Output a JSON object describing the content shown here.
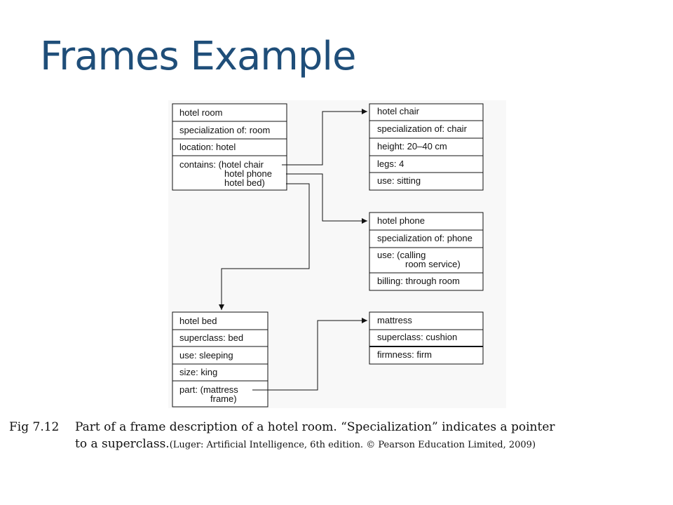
{
  "title": "Frames Example",
  "diagram": {
    "frames": [
      {
        "id": "hotel-room",
        "slots": [
          "hotel room",
          "specialization of: room",
          "location: hotel",
          "contains: (hotel chair",
          "hotel phone",
          "hotel bed)"
        ]
      },
      {
        "id": "hotel-chair",
        "slots": [
          "hotel chair",
          "specialization of: chair",
          "height: 20–40 cm",
          "legs: 4",
          "use: sitting"
        ]
      },
      {
        "id": "hotel-phone",
        "slots": [
          "hotel phone",
          "specialization of: phone",
          "use: (calling",
          "room service)",
          "billing: through room"
        ]
      },
      {
        "id": "hotel-bed",
        "slots": [
          "hotel bed",
          "superclass: bed",
          "use: sleeping",
          "size: king",
          "part: (mattress",
          "frame)"
        ]
      },
      {
        "id": "mattress",
        "slots": [
          "mattress",
          "superclass: cushion",
          "firmness: firm"
        ]
      }
    ]
  },
  "caption": {
    "fig_number": "Fig 7.12",
    "text_line1": "Part of a frame description of a hotel room. “Specialization” indicates a pointer",
    "text_line2": "to a superclass.",
    "citation": "(Luger: Artificial Intelligence, 6th edition. © Pearson Education Limited, 2009)"
  }
}
